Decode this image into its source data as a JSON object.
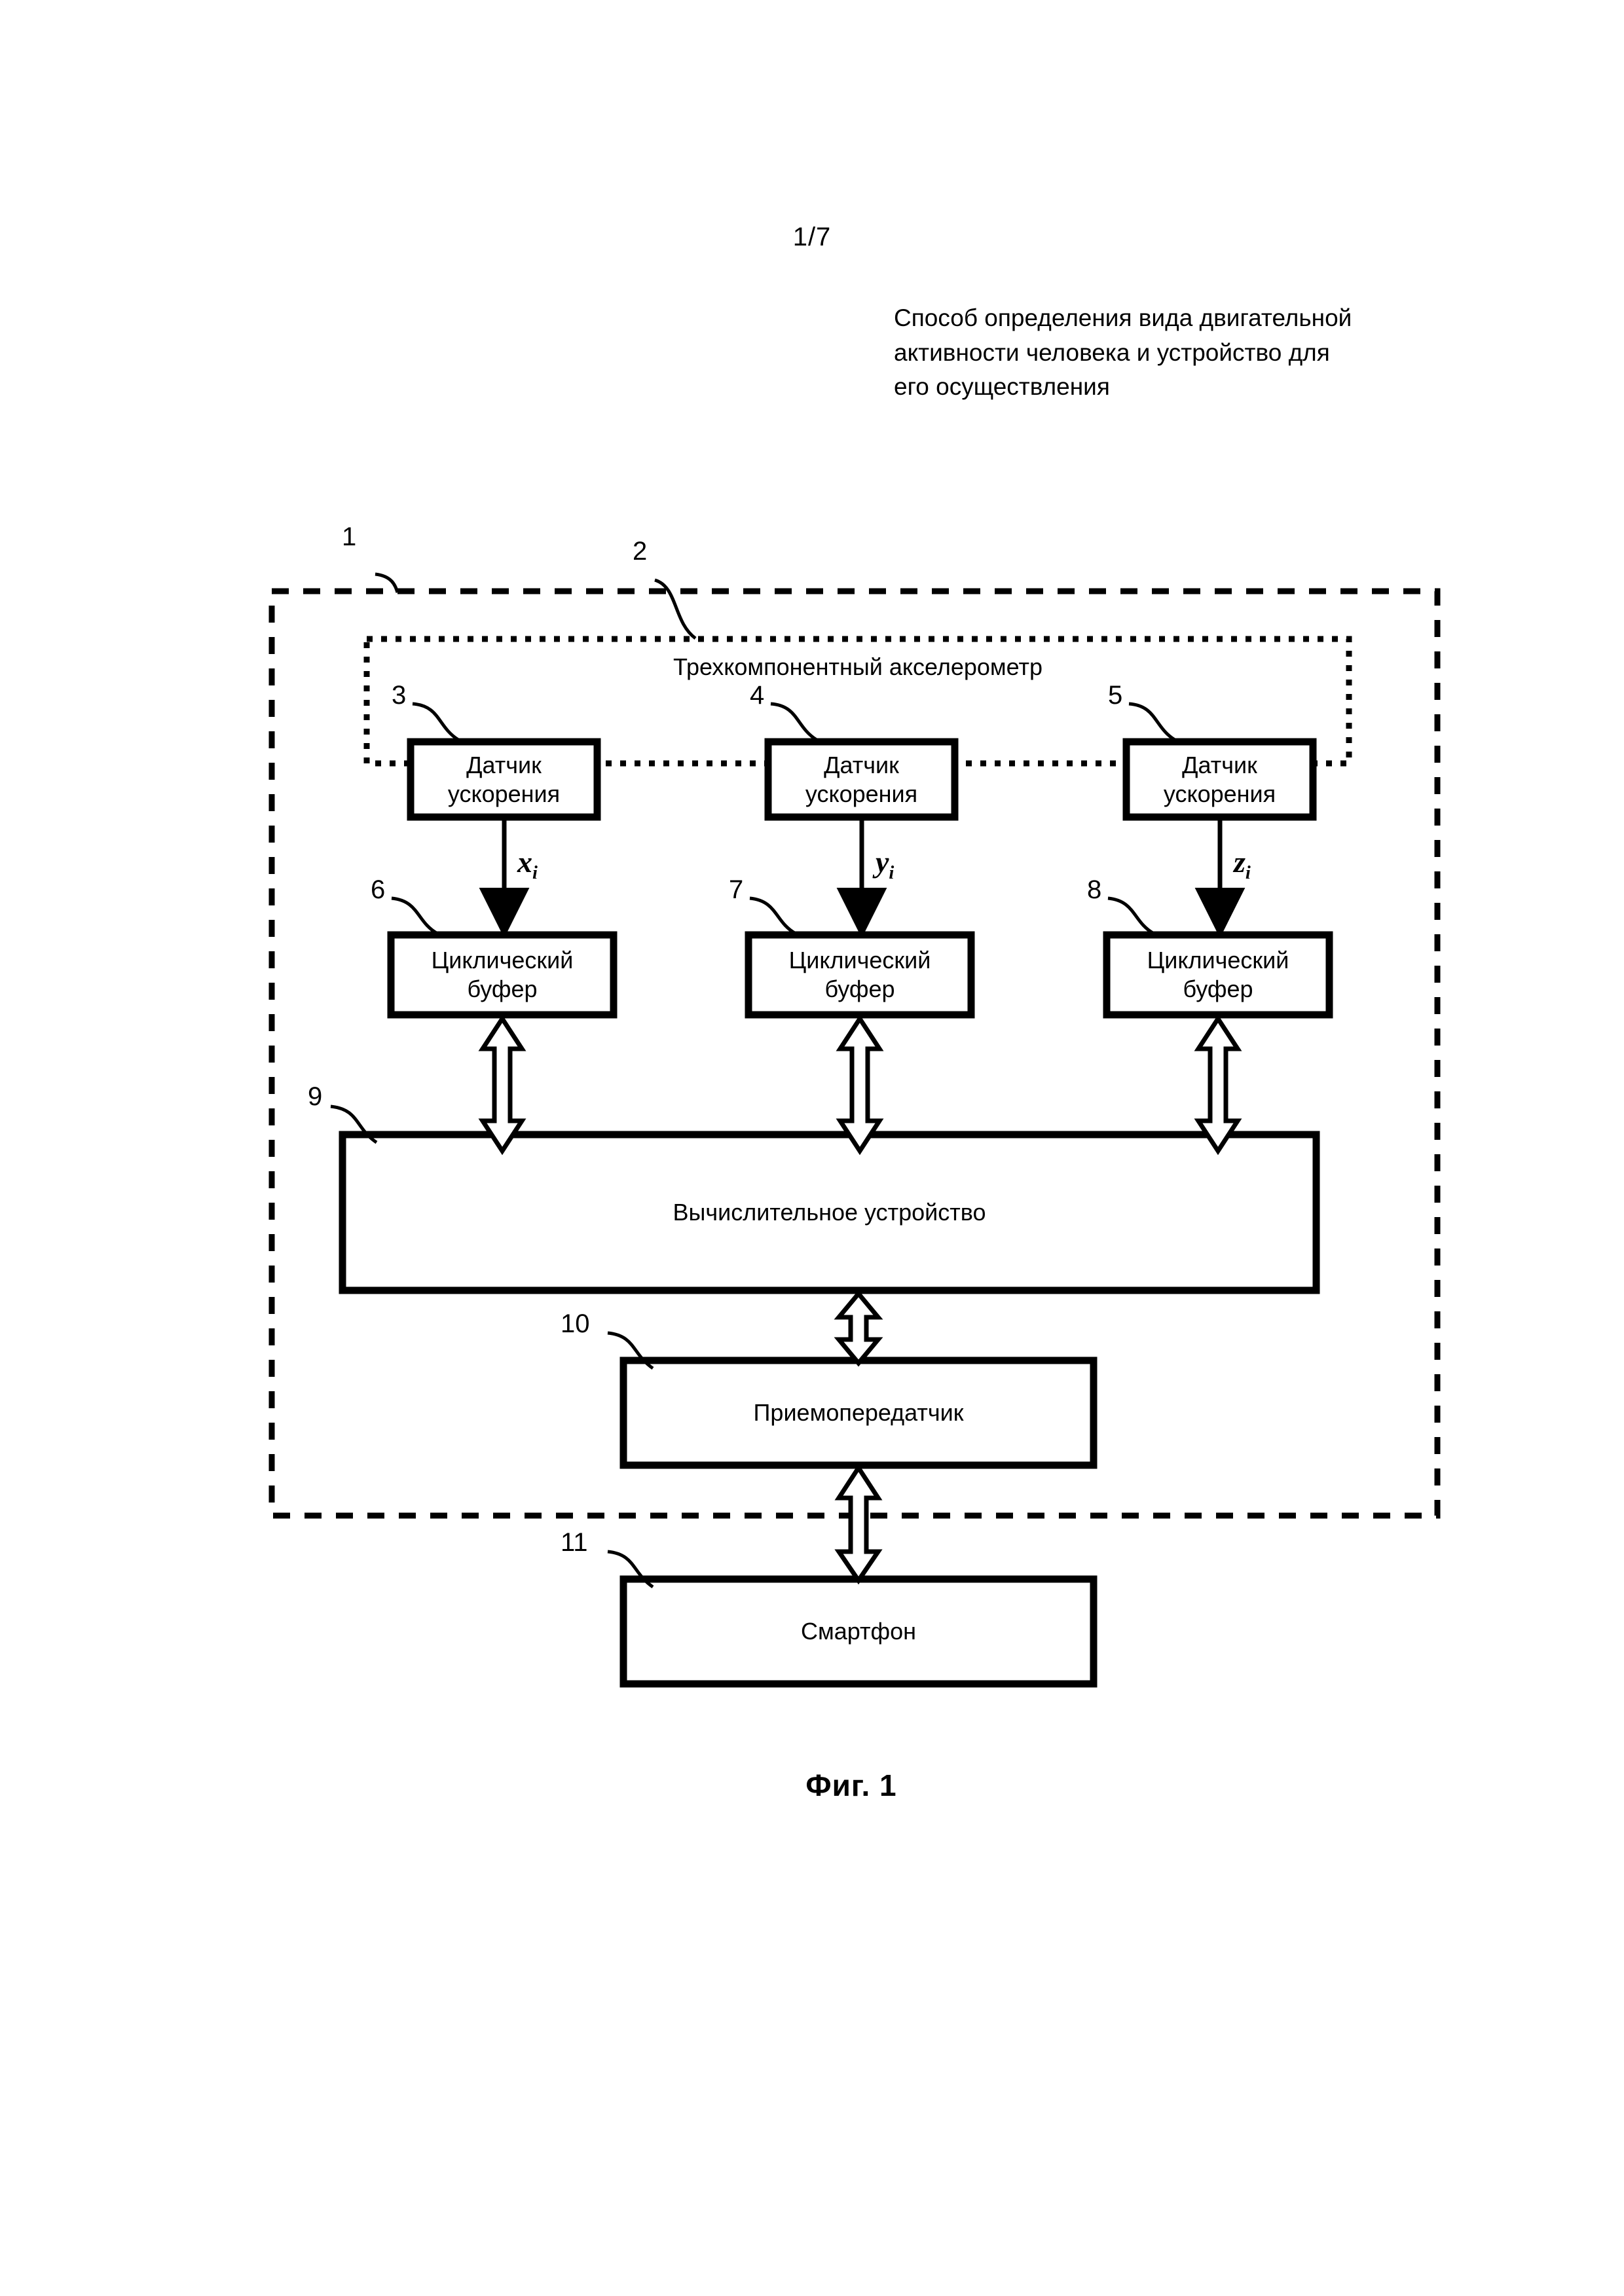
{
  "page": {
    "page_number": "1/7",
    "title_lines": [
      "Способ определения вида двигательной",
      "активности человека и устройство для",
      "его осуществления"
    ],
    "figure_caption": "Фиг. 1"
  },
  "diagram": {
    "outer_boundary": {
      "ref": "1",
      "style": "dashed"
    },
    "accelerometer_group": {
      "ref": "2",
      "label": "Трехкомпонентный акселерометр",
      "style": "dotted"
    },
    "sensors": [
      {
        "ref": "3",
        "label": "Датчик\nускорения",
        "signal": "x",
        "signal_sub": "i"
      },
      {
        "ref": "4",
        "label": "Датчик\nускорения",
        "signal": "y",
        "signal_sub": "i"
      },
      {
        "ref": "5",
        "label": "Датчик\nускорения",
        "signal": "z",
        "signal_sub": "i"
      }
    ],
    "buffers": [
      {
        "ref": "6",
        "label": "Циклический\nбуфер"
      },
      {
        "ref": "7",
        "label": "Циклический\nбуфер"
      },
      {
        "ref": "8",
        "label": "Циклический\nбуфер"
      }
    ],
    "compute_unit": {
      "ref": "9",
      "label": "Вычислительное устройство"
    },
    "transceiver": {
      "ref": "10",
      "label": "Приемопередатчик"
    },
    "smartphone": {
      "ref": "11",
      "label": "Смартфон"
    },
    "colors": {
      "ink": "#000000",
      "paper": "#ffffff"
    }
  }
}
